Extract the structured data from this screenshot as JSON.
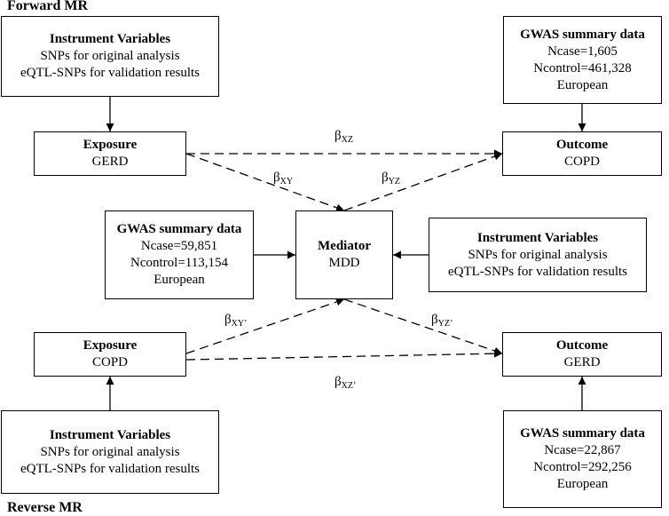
{
  "forward_label": "Forward MR",
  "reverse_label": "Reverse MR",
  "iv": {
    "title": "Instrument Variables",
    "line1": "SNPs for original analysis",
    "line2": "eQTL-SNPs for validation results"
  },
  "fwd_gwas": {
    "title": "GWAS summary data",
    "ncase": "Ncase=1,605",
    "ncontrol": "Ncontrol=461,328",
    "pop": "European"
  },
  "med_gwas": {
    "title": "GWAS summary data",
    "ncase": "Ncase=59,851",
    "ncontrol": "Ncontrol=113,154",
    "pop": "European"
  },
  "rev_gwas": {
    "title": "GWAS summary data",
    "ncase": "Ncase=22,867",
    "ncontrol": "Ncontrol=292,256",
    "pop": "European"
  },
  "fwd_exposure": {
    "title": "Exposure",
    "name": "GERD"
  },
  "fwd_outcome": {
    "title": "Outcome",
    "name": "COPD"
  },
  "mediator": {
    "title": "Mediator",
    "name": "MDD"
  },
  "rev_exposure": {
    "title": "Exposure",
    "name": "COPD"
  },
  "rev_outcome": {
    "title": "Outcome",
    "name": "GERD"
  },
  "betas": {
    "symbol": "β",
    "xz": "XZ",
    "xy": "XY",
    "yz": "YZ",
    "xz_prime": "XZ’",
    "xy_prime": "XY’",
    "yz_prime": "YZ’"
  }
}
